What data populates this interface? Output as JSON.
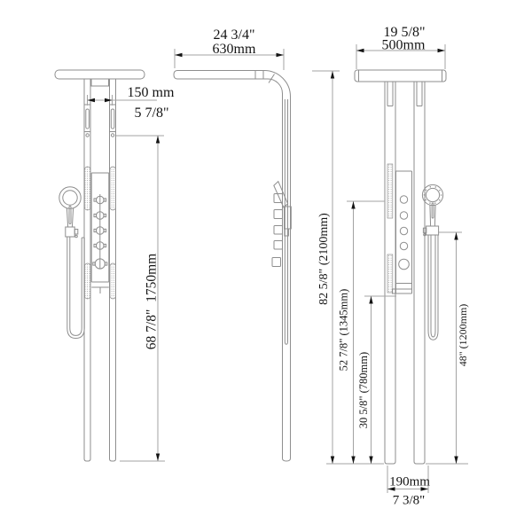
{
  "drawing": {
    "description": "Shower panel technical dimension drawing, three orthographic views",
    "style": {
      "line_color": "#8e8e8e",
      "dimension_line_color": "#a3a3a3",
      "ink_color": "#141414",
      "background": "#ffffff"
    },
    "dimensions": {
      "arm_length": {
        "inch": "24 3/4\"",
        "mm": "630mm"
      },
      "top_bar_width": {
        "inch": "19 5/8\"",
        "mm": "500mm"
      },
      "post_spacing": {
        "mm": "150 mm",
        "inch": "5 7/8\""
      },
      "total_height": "82 5/8\" (2100mm)",
      "panel_height": "68 7/8\"  1750mm",
      "jet_panel_top_height": "52 7/8\" (1345mm)",
      "valve_panel_height": "30 5/8\" (780mm)",
      "hand_shower_height": "48\" (1200mm)",
      "base_spacing": {
        "mm": "190mm",
        "inch": "7 3/8\""
      }
    }
  }
}
